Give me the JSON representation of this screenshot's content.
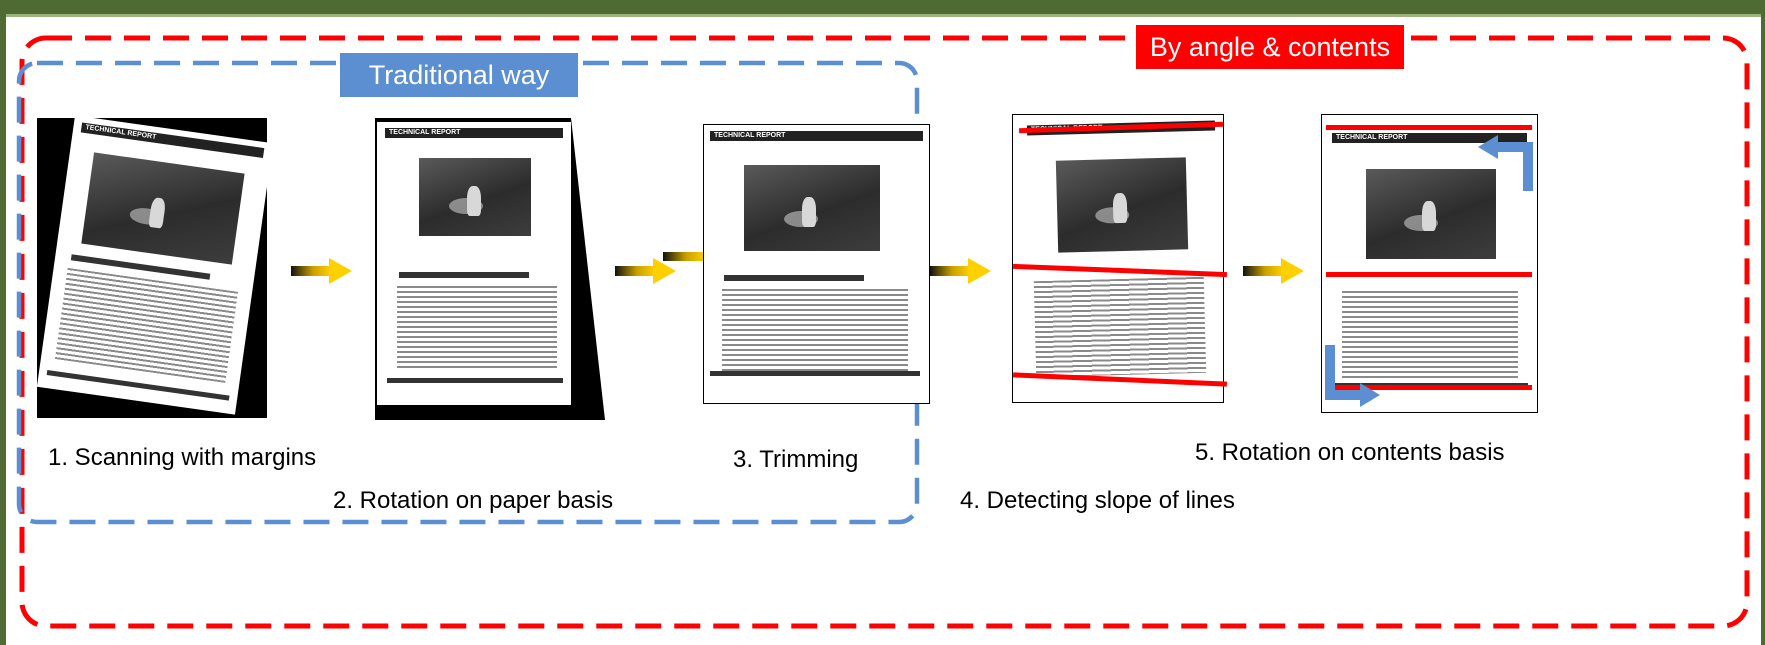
{
  "labels": {
    "traditional": "Traditional way",
    "by_angle": "By angle & contents"
  },
  "steps": {
    "s1": "1. Scanning with margins",
    "s2": "2. Rotation on  paper basis",
    "s3": "3. Trimming",
    "s4": "4. Detecting slope of lines",
    "s5": "5. Rotation on contents basis"
  },
  "page_header": "TECHNICAL REPORT",
  "colors": {
    "red": "#ff0000",
    "blue": "#5b8fd1",
    "green": "#4f6b33",
    "arrow": "#f2c200"
  }
}
